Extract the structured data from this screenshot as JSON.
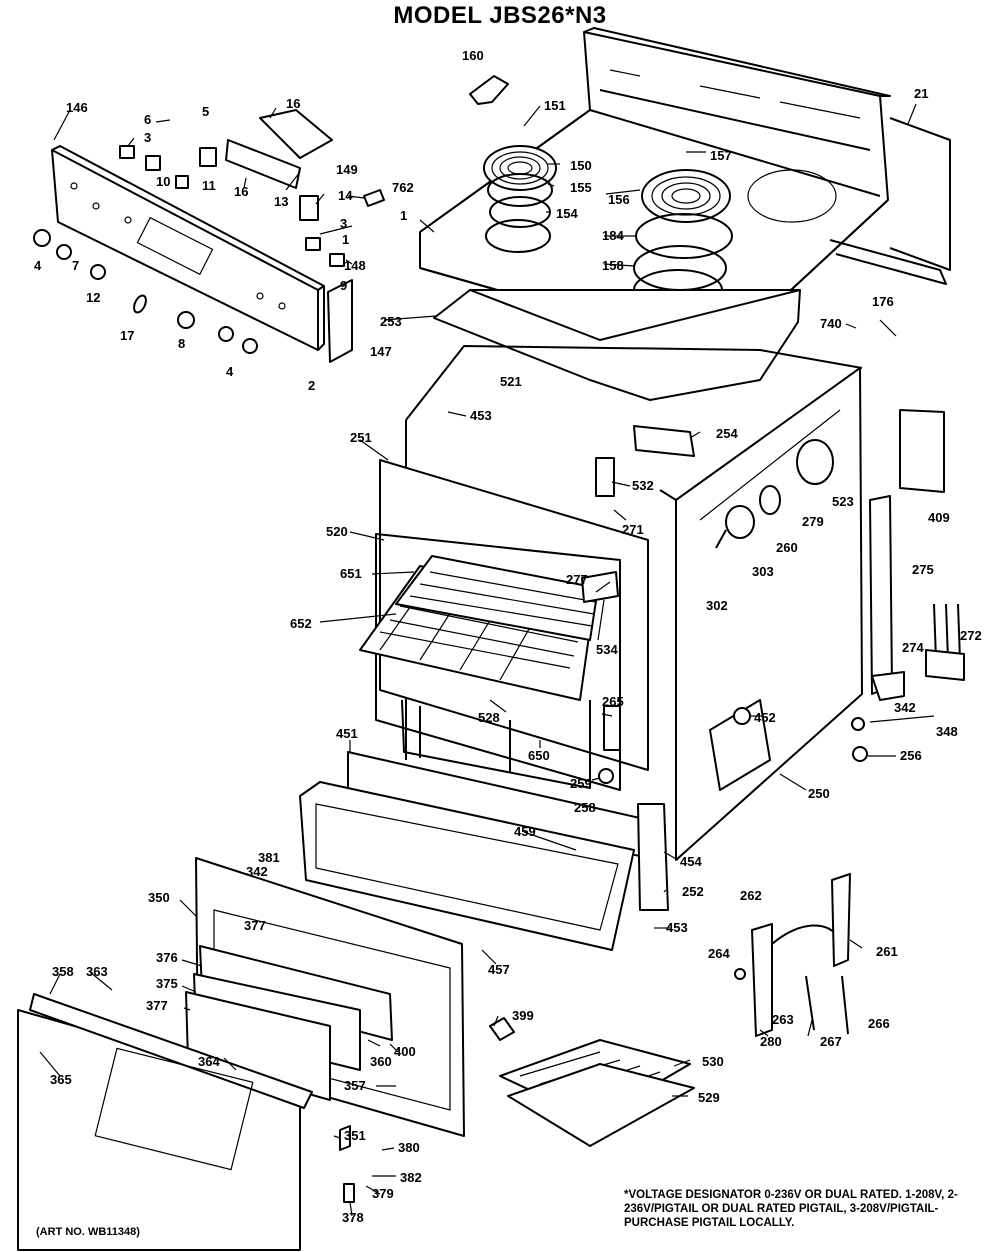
{
  "title": "MODEL JBS26*N3",
  "footnote": "*VOLTAGE DESIGNATOR 0-236V OR DUAL RATED. 1-208V, 2-236V/PIGTAIL OR DUAL RATED PIGTAIL, 3-208V/PIGTAIL-PURCHASE PIGTAIL LOCALLY.",
  "art_number": "(ART NO. WB11348)",
  "part_labels": {
    "p146": "146",
    "p6": "6",
    "p5": "5",
    "p3a": "3",
    "p10": "10",
    "p11": "11",
    "p16a": "16",
    "p16b": "16",
    "p149": "149",
    "p14": "14",
    "p13": "13",
    "p762": "762",
    "p3b": "3",
    "p1a": "1",
    "p148": "148",
    "p9": "9",
    "p4a": "4",
    "p7": "7",
    "p12": "12",
    "p17": "17",
    "p8": "8",
    "p4b": "4",
    "p2": "2",
    "p147": "147",
    "p160": "160",
    "p151": "151",
    "p150": "150",
    "p155": "155",
    "p154": "154",
    "p157": "157",
    "p156": "156",
    "p184": "184",
    "p158": "158",
    "p1b": "1",
    "p21": "21",
    "p253": "253",
    "p740": "740",
    "p176": "176",
    "p521": "521",
    "p453a": "453",
    "p254": "254",
    "p251": "251",
    "p532": "532",
    "p523": "523",
    "p271": "271",
    "p279": "279",
    "p260": "260",
    "p409": "409",
    "p520": "520",
    "p303": "303",
    "p275": "275",
    "p651": "651",
    "p277": "277",
    "p302": "302",
    "p652": "652",
    "p534": "534",
    "p272": "272",
    "p274": "274",
    "p265": "265",
    "p528": "528",
    "p452": "452",
    "p348": "348",
    "p451": "451",
    "p342a": "342",
    "p256": "256",
    "p650": "650",
    "p259": "259",
    "p258": "258",
    "p250": "250",
    "p459": "459",
    "p454": "454",
    "p381": "381",
    "p342b": "342",
    "p252": "252",
    "p350": "350",
    "p262": "262",
    "p453b": "453",
    "p261": "261",
    "p377a": "377",
    "p376": "376",
    "p457": "457",
    "p264": "264",
    "p358": "358",
    "p363": "363",
    "p375": "375",
    "p377b": "377",
    "p399": "399",
    "p263": "263",
    "p266": "266",
    "p400": "400",
    "p360": "360",
    "p364": "364",
    "p530": "530",
    "p365": "365",
    "p280": "280",
    "p267": "267",
    "p357": "357",
    "p529": "529",
    "p351": "351",
    "p380": "380",
    "p382": "382",
    "p379": "379",
    "p378": "378"
  }
}
